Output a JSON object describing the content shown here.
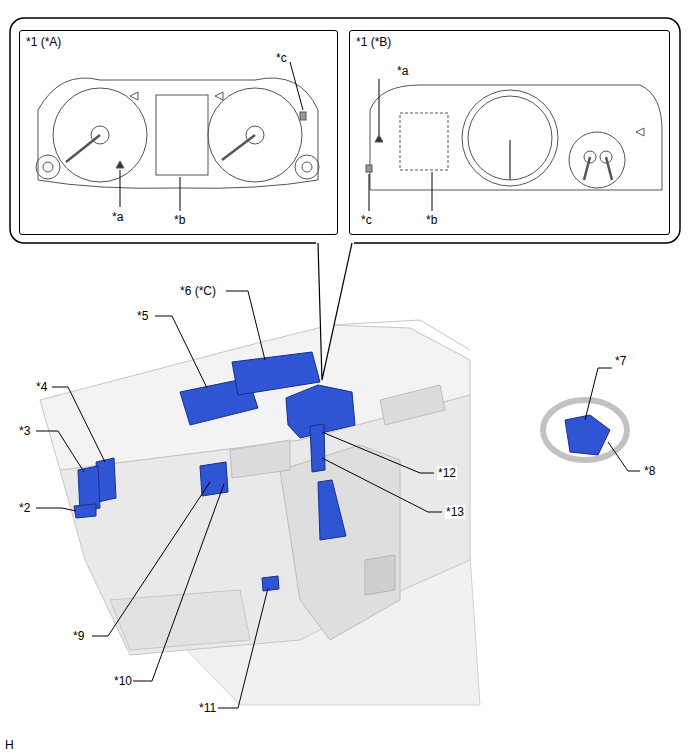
{
  "diagram": {
    "nodes": [
      {
        "text": [
          "*1 (*A)"
        ]
      },
      {
        "text": [
          "*1 (*B)"
        ]
      }
    ],
    "labels": [
      "*c",
      "*a",
      "*b",
      "*a",
      "*b",
      "*c",
      "*6 (*C)",
      "*5",
      "*4",
      "*3",
      "*2",
      "*7",
      "*8",
      "*12",
      "*13",
      "*9",
      "*10",
      "*11",
      "H"
    ]
  }
}
